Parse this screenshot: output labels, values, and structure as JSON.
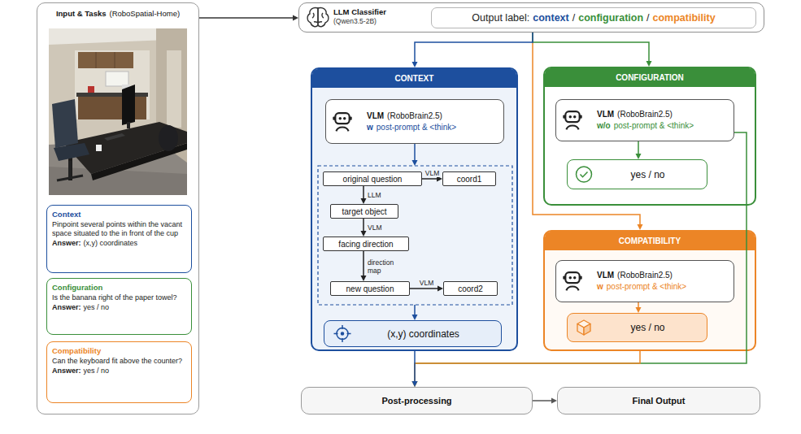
{
  "diagram": {
    "nodes": [
      {
        "text": [
          "Input & Tasks",
          "(RoboSpatial-Home)"
        ]
      },
      {
        "text": [
          "Context",
          "Pinpoint several points within the vacant space situated to the in front of the cup",
          "Answer:",
          "(x,y) coordinates"
        ],
        "in": 0
      },
      {
        "text": [
          "Configuration",
          "Is the banana right of the paper towel?",
          "Answer:",
          "yes / no"
        ],
        "in": 0
      },
      {
        "text": [
          "Compatibility",
          "Can the keyboard fit above the counter?",
          "Answer:",
          "yes / no"
        ],
        "in": 0
      },
      {
        "text": [
          "LLM Classifier",
          "(Qwen3.5-2B)"
        ]
      },
      {
        "text": [
          "Output label:",
          "context",
          "/",
          "configuration",
          "/",
          "compatibility"
        ],
        "in": 4
      },
      {
        "text": [
          "CONTEXT"
        ]
      },
      {
        "text": [
          "VLM",
          "(RoboBrain2.5)",
          "w",
          "post-prompt & <think>"
        ],
        "in": 6
      },
      {
        "text": [
          "original question"
        ],
        "in": 6
      },
      {
        "text": [
          "coord1"
        ],
        "in": 6
      },
      {
        "text": [
          "target object"
        ],
        "in": 6
      },
      {
        "text": [
          "facing direction"
        ],
        "in": 6
      },
      {
        "text": [
          "new question"
        ],
        "in": 6
      },
      {
        "text": [
          "coord2"
        ],
        "in": 6
      },
      {
        "text": [
          "(x,y) coordinates"
        ],
        "in": 6
      },
      {
        "text": [
          "CONFIGURATION"
        ]
      },
      {
        "text": [
          "VLM",
          "(RoboBrain2.5)",
          "w/o",
          "post-prompt & <think>"
        ],
        "in": 15
      },
      {
        "text": [
          "yes / no"
        ],
        "in": 15
      },
      {
        "text": [
          "COMPATIBILITY"
        ]
      },
      {
        "text": [
          "VLM",
          "(RoboBrain2.5)",
          "w",
          "post-prompt & <think>"
        ],
        "in": 18
      },
      {
        "text": [
          "yes / no"
        ],
        "in": 18
      },
      {
        "text": [
          "Post-processing"
        ]
      },
      {
        "text": [
          "Final Output"
        ]
      }
    ],
    "edges": [
      {
        "from": 0,
        "to": 4,
        "arrow": "to"
      },
      {
        "from": 4,
        "to": 6,
        "arrow": "to"
      },
      {
        "from": 4,
        "to": 15,
        "arrow": "to"
      },
      {
        "from": 4,
        "to": 18,
        "arrow": "to"
      },
      {
        "from": 8,
        "to": 9,
        "label": "VLM",
        "arrow": "to"
      },
      {
        "from": 8,
        "to": 10,
        "label": "LLM",
        "arrow": "to"
      },
      {
        "from": 10,
        "to": 11,
        "label": "VLM",
        "arrow": "to"
      },
      {
        "from": 11,
        "to": 12,
        "label": "direction map",
        "arrow": "to"
      },
      {
        "from": 12,
        "to": 13,
        "label": "VLM",
        "arrow": "to"
      },
      {
        "from": 16,
        "to": 17,
        "arrow": "to"
      },
      {
        "from": 19,
        "to": 20,
        "arrow": "to"
      },
      {
        "from": 6,
        "to": 21,
        "arrow": "to"
      },
      {
        "from": 18,
        "to": 21,
        "arrow": "to"
      },
      {
        "from": 16,
        "to": 21,
        "arrow": "to"
      },
      {
        "from": 21,
        "to": 22,
        "arrow": "to"
      }
    ]
  }
}
